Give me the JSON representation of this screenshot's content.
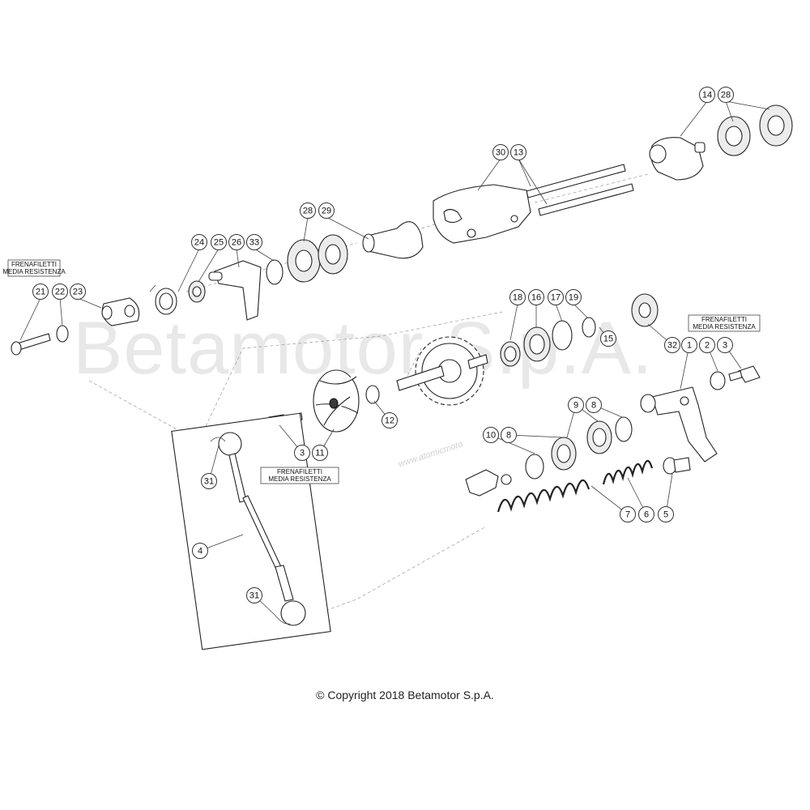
{
  "watermark": {
    "text": "Betamotor S.p.A.",
    "sub_text": "www.atomicmoto"
  },
  "notes": {
    "threadlock_line1": "FRENAFILETTI",
    "threadlock_line2": "MEDIA RESISTENZA"
  },
  "callouts": [
    "14",
    "28",
    "30",
    "13",
    "28",
    "29",
    "24",
    "25",
    "26",
    "33",
    "21",
    "22",
    "23",
    "18",
    "16",
    "17",
    "19",
    "15",
    "32",
    "1",
    "2",
    "3",
    "12",
    "9",
    "8",
    "10",
    "8",
    "3",
    "11",
    "31",
    "7",
    "6",
    "5",
    "4",
    "31"
  ],
  "footer": {
    "copyright": "© Copyright 2018 Betamotor S.p.A."
  }
}
